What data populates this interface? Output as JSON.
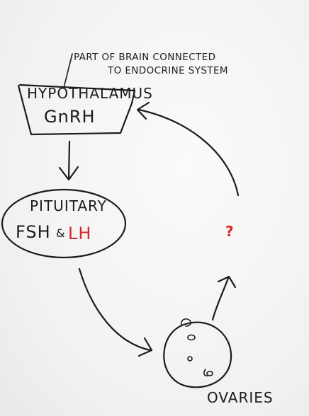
{
  "annotation": {
    "line1": "PART OF BRAIN CONNECTED",
    "line2": "TO ENDOCRINE SYSTEM"
  },
  "hypothalamus": {
    "title": "HYPOTHALAMUS",
    "hormone": "GnRH"
  },
  "pituitary": {
    "title": "PITUITARY",
    "hormone_1": "FSH",
    "conjunction": "&",
    "hormone_2": "LH"
  },
  "ovaries": {
    "label": "OVARIES"
  },
  "feedback": {
    "unknown": "?"
  },
  "colors": {
    "ink": "#1c1c1c",
    "highlight": "#d8282a"
  }
}
